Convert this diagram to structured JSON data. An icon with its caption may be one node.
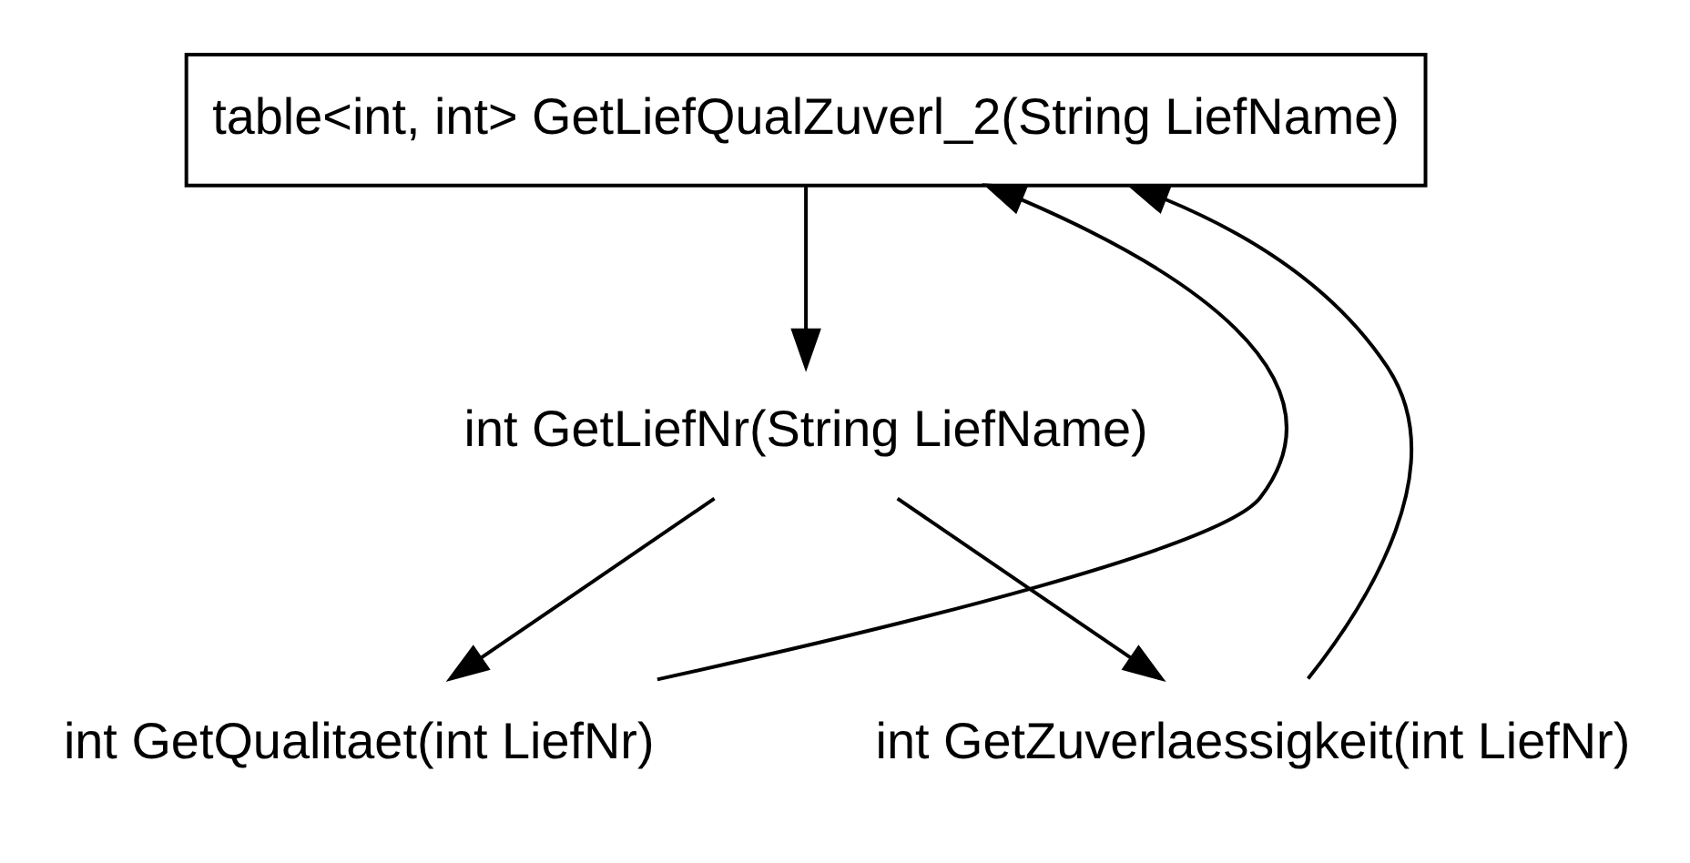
{
  "diagram": {
    "nodes": [
      {
        "text": [
          "table<int, int> GetLiefQualZuverl_2(String LiefName)"
        ]
      },
      {
        "text": [
          "int GetLiefNr(String LiefName)"
        ]
      },
      {
        "text": [
          "int GetQualitaet(int LiefNr)"
        ]
      },
      {
        "text": [
          "int GetZuverlaessigkeit(int LiefNr)"
        ]
      }
    ],
    "edges": [
      {
        "from": 0,
        "to": 1,
        "arrow": "to"
      },
      {
        "from": 1,
        "to": 2,
        "arrow": "to"
      },
      {
        "from": 1,
        "to": 3,
        "arrow": "to"
      },
      {
        "from": 2,
        "to": 0,
        "arrow": "to"
      },
      {
        "from": 3,
        "to": 0,
        "arrow": "to"
      }
    ]
  }
}
